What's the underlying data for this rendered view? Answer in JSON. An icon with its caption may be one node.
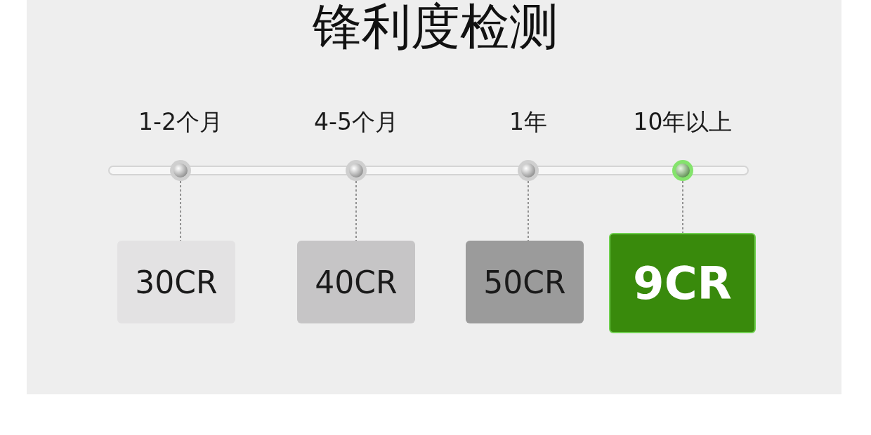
{
  "diagram": {
    "title": "锋利度检测",
    "nodes": [
      {
        "text": [],
        "shape": "circle",
        "beside": [
          "1-2个月"
        ]
      },
      {
        "text": [],
        "shape": "circle",
        "beside": [
          "4-5个月"
        ]
      },
      {
        "text": [],
        "shape": "circle",
        "beside": [
          "1年"
        ]
      },
      {
        "text": [],
        "shape": "circle",
        "beside": [
          "10年以上"
        ]
      },
      {
        "text": [
          "30CR"
        ]
      },
      {
        "text": [
          "40CR"
        ]
      },
      {
        "text": [
          "50CR"
        ]
      },
      {
        "text": [
          "9CR"
        ]
      }
    ],
    "edges": [
      {
        "from": 0,
        "to": 4,
        "arrow": "none",
        "style": "dashed"
      },
      {
        "from": 1,
        "to": 5,
        "arrow": "none",
        "style": "dashed"
      },
      {
        "from": 2,
        "to": 6,
        "arrow": "none",
        "style": "dashed"
      },
      {
        "from": 3,
        "to": 7,
        "arrow": "none",
        "style": "dashed"
      }
    ]
  }
}
